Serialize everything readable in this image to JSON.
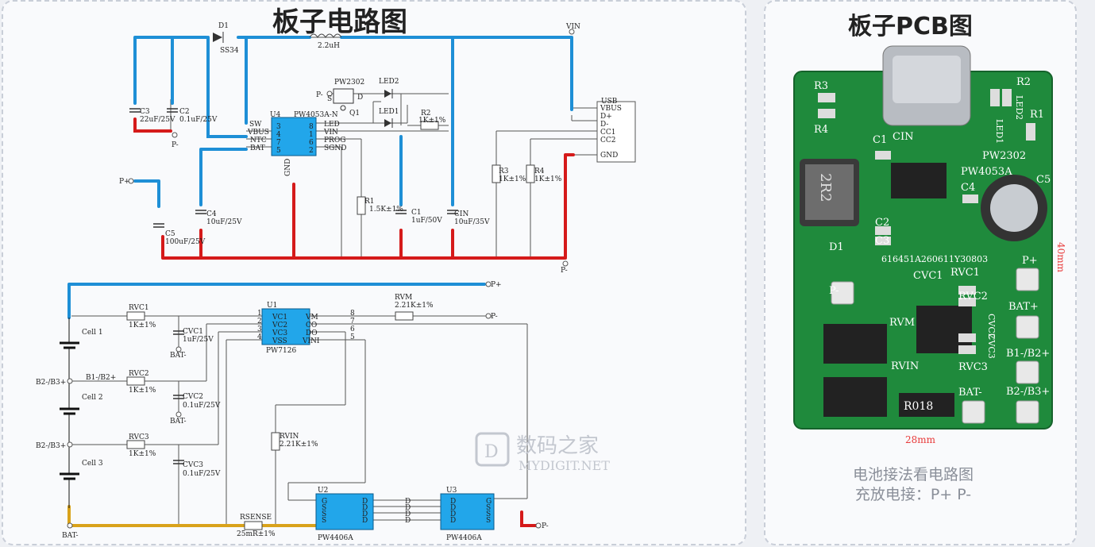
{
  "left_title": "板子电路图",
  "right_title": "板子PCB图",
  "caption": [
    "电池接法看电路图",
    "充放电接：P+ P-"
  ],
  "watermark": {
    "text_cn": "数码之家",
    "text_en": "MYDIGIT.NET"
  },
  "schematic_top": {
    "VIN": "VIN",
    "D1": "D1",
    "D1_part": "SS34",
    "L": "2.2uH",
    "C3": "C3",
    "C3_val": "22uF/25V",
    "C2": "C2",
    "C2_val": "0.1uF/25V",
    "Pminus": "P-",
    "Pplus": "P+",
    "U4": "U4",
    "U4_part": "PW4053A-N",
    "U4_left": [
      "SW",
      "VBUS",
      "NTC",
      "BAT"
    ],
    "U4_left_n": [
      "3",
      "4",
      "7",
      "5"
    ],
    "U4_right": [
      "LED",
      "VIN",
      "PROG",
      "SGND"
    ],
    "U4_right_n": [
      "8",
      "1",
      "6",
      "2"
    ],
    "GND": "GND",
    "PW2302": "PW2302",
    "Q1": "Q1",
    "S": "S",
    "D": "D",
    "LED2": "LED2",
    "LED1": "LED1",
    "R2": "R2",
    "R2_val": "1K±1%",
    "USB": "USB",
    "USB_pins": [
      "VBUS",
      "D+",
      "D-",
      "CC1",
      "CC2",
      "GND"
    ],
    "R3": "R3",
    "R3_val": "1K±1%",
    "R4": "R4",
    "R4_val": "1K±1%",
    "R1": "R1",
    "R1_val": "1.5K±1%",
    "C1": "C1",
    "C1_val": "1uF/50V",
    "CIN": "CIN",
    "CIN_val": "10uF/35V",
    "C4": "C4",
    "C4_val": "10uF/25V",
    "C5": "C5",
    "C5_val": "100uF/25V"
  },
  "schematic_bottom": {
    "Pplus": "P+",
    "Pminus": "P-",
    "RVC1": "RVC1",
    "RVC1_val": "1K±1%",
    "CVC1": "CVC1",
    "CVC1_val": "1uF/25V",
    "BATm": "BAT-",
    "cell1": "Cell 1",
    "cell2": "Cell 2",
    "cell3": "Cell 3",
    "U1": "U1",
    "U1_part": "PW7126",
    "U1_left": [
      "VC1",
      "VC2",
      "VC3",
      "VSS"
    ],
    "U1_left_n": [
      "1",
      "2",
      "3",
      "4"
    ],
    "U1_right": [
      "VM",
      "CO",
      "DO",
      "VINI"
    ],
    "U1_right_n": [
      "8",
      "7",
      "6",
      "5"
    ],
    "RVM": "RVM",
    "RVM_val": "2.21K±1%",
    "B1B2": "B1-/B2+",
    "B2B3": "B2-/B3+",
    "RVC2": "RVC2",
    "RVC2_val": "1K±1%",
    "CVC2": "CVC2",
    "CVC2_val": "0.1uF/25V",
    "RVC3": "RVC3",
    "RVC3_val": "1K±1%",
    "CVC3": "CVC3",
    "CVC3_val": "0.1uF/25V",
    "RVIN": "RVIN",
    "RVIN_val": "2.21K±1%",
    "RSENSE": "RSENSE",
    "RSENSE_val": "25mR±1%",
    "U2": "U2",
    "U3": "U3",
    "mosfet_part": "PW4406A",
    "G": "G",
    "S": "S",
    "D": "D"
  },
  "pcb": {
    "labels": [
      "R3",
      "R4",
      "R2",
      "LED1",
      "LED2",
      "R1",
      "C1",
      "CIN",
      "PW2302",
      "PW4053A",
      "C5",
      "C4",
      "C2",
      "C3",
      "D1",
      "P+",
      "P-",
      "CVC1",
      "RVC1",
      "RVC2",
      "BAT+",
      "RVM",
      "CVC2",
      "CVC3",
      "RVC3",
      "B1-/B2+",
      "RVIN",
      "BAT-",
      "B2-/B3+"
    ],
    "serial": "616451A260611Y30803",
    "inductor": "2R2",
    "resistor": "R018",
    "dim_h": "40mm",
    "dim_w": "28mm"
  },
  "colors": {
    "blue": "#1e8fd6",
    "red": "#d51a1a",
    "gold": "#d9a21b",
    "chip": "#22a6ea",
    "pcb": "#1f8a3c"
  }
}
